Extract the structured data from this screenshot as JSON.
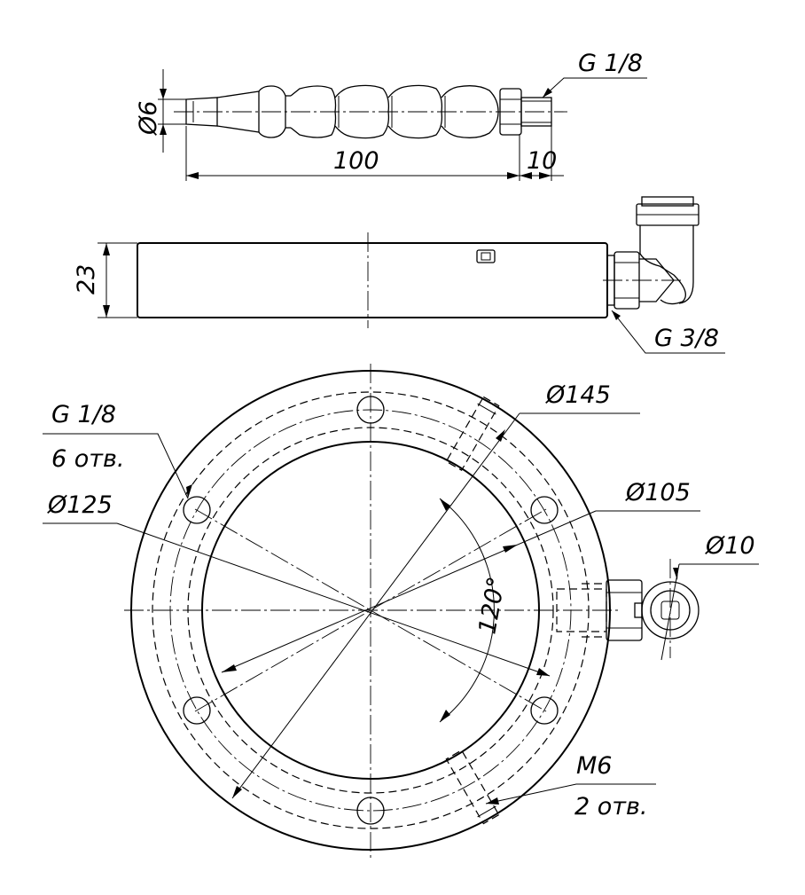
{
  "labels": {
    "hose_dia": "Ø6",
    "hose_thread": "G 1/8",
    "hose_length": "100",
    "hose_tip": "10",
    "body_height": "23",
    "fitting_thread": "G 3/8",
    "port_thread": "G 1/8",
    "port_count": "6 отв.",
    "ring_dia_125": "Ø125",
    "ring_dia_145": "Ø145",
    "ring_dia_105": "Ø105",
    "fitting_dia": "Ø10",
    "angle": "120°",
    "screw_thread": "M6",
    "screw_count": "2 отв."
  },
  "colors": {
    "line": "#000000",
    "background": "#ffffff"
  }
}
